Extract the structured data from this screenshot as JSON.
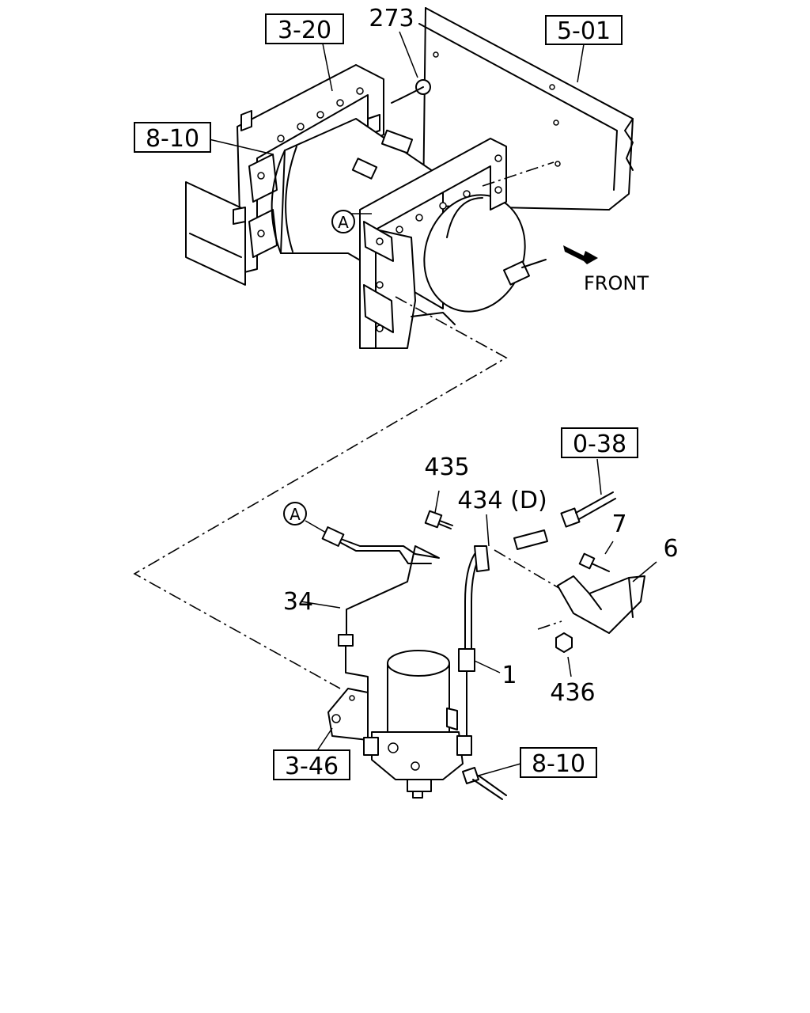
{
  "references": {
    "r_3_20": "3-20",
    "r_5_01": "5-01",
    "r_8_10_top": "8-10",
    "r_0_38": "0-38",
    "r_3_46": "3-46",
    "r_8_10_bottom": "8-10"
  },
  "part_numbers": {
    "p_273": "273",
    "p_435": "435",
    "p_434": "434 (D)",
    "p_7": "7",
    "p_6": "6",
    "p_34": "34",
    "p_1": "1",
    "p_436": "436"
  },
  "markers": {
    "a_top": "A",
    "a_bottom": "A"
  },
  "direction": {
    "label": "FRONT"
  }
}
